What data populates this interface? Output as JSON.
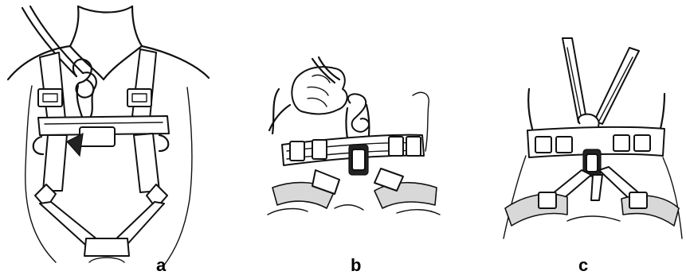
{
  "panels": [
    {
      "id": "a",
      "label": "a"
    },
    {
      "id": "b",
      "label": "b"
    },
    {
      "id": "c",
      "label": "c"
    }
  ]
}
